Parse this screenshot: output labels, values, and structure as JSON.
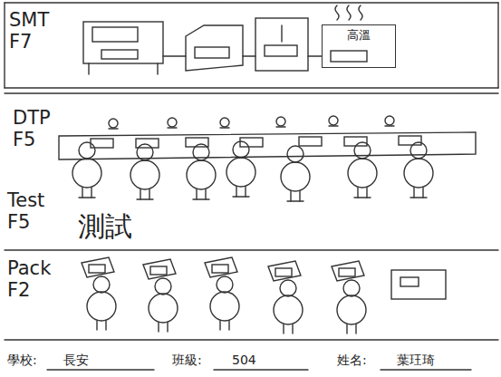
{
  "diagram": {
    "nodes": [
      {
        "text": [
          "SMT F7"
        ]
      },
      {
        "text": [
          "高溫"
        ],
        "in": 0
      },
      {
        "text": [
          "DTP F5"
        ]
      },
      {
        "text": [
          "Test F5",
          "測試"
        ]
      },
      {
        "text": [
          "Pack F2"
        ]
      }
    ],
    "labels": [
      "學校:",
      "長安",
      "班級:",
      "504",
      "姓名:",
      "葉玨琦"
    ]
  }
}
